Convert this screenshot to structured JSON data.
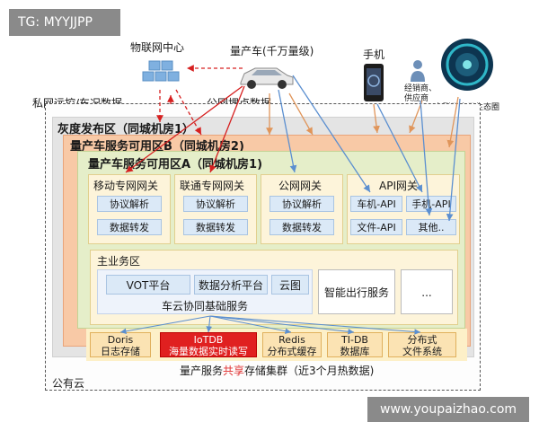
{
  "watermark_top": "TG: MYYJJPP",
  "watermark_bottom": "www.youpaizhao.com",
  "iot_center_label": "物联网中心",
  "private_label": "私网远控/车况数据",
  "car_label": "量产车(千万量级)",
  "public_tracking_label": "公网埋点数据",
  "phone_label": "手机",
  "dealer_label": "经销商、供应商",
  "ecosystem_label": "车联网应用生态圈",
  "zones": {
    "gray": "灰度发布区（同城机房1）",
    "orange": "量产车服务可用区B（同城机房2)",
    "green": "量产车服务可用区A（同城机房1)"
  },
  "gateways": {
    "mobile": {
      "title": "移动专网网关",
      "items": [
        "协议解析",
        "数据转发"
      ]
    },
    "unicom": {
      "title": "联通专网网关",
      "items": [
        "协议解析",
        "数据转发"
      ]
    },
    "public": {
      "title": "公网网关",
      "items": [
        "协议解析",
        "数据转发"
      ]
    },
    "api": {
      "title": "API网关",
      "items": [
        "车机-API",
        "手机-API",
        "文件-API",
        "其他.."
      ]
    }
  },
  "business": {
    "title": "主业务区",
    "vot": "VOT平台",
    "analysis": "数据分析平台",
    "cloud_image": "云图",
    "cloud_collab": "车云协同基础服务",
    "smart_travel": "智能出行服务",
    "more": "..."
  },
  "storage": [
    {
      "line1": "Doris",
      "line2": "日志存储"
    },
    {
      "line1": "IoTDB",
      "line2": "海量数据实时读写"
    },
    {
      "line1": "Redis",
      "line2": "分布式缓存"
    },
    {
      "line1": "TI-DB",
      "line2": "数据库"
    },
    {
      "line1": "分布式",
      "line2": "文件系统"
    }
  ],
  "storage_cluster": {
    "before": "量产服务",
    "highlight": "共享",
    "after": "存储集群（近3个月热数据)"
  },
  "public_cloud": "公有云",
  "colors": {
    "arrow_blue": "#5b8fd0",
    "arrow_red": "#d62020",
    "arrow_orange": "#e0955a",
    "highlight": "#e03030"
  }
}
